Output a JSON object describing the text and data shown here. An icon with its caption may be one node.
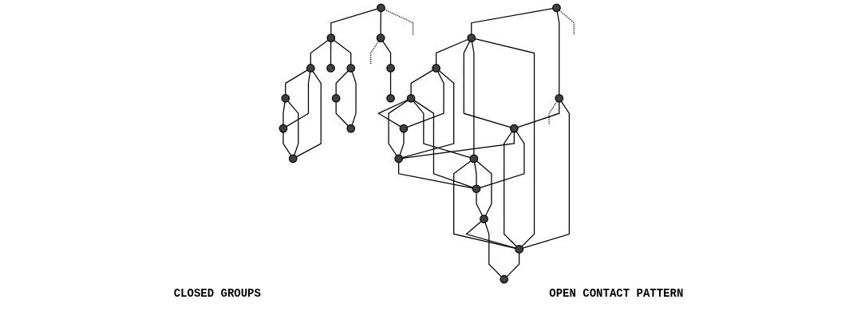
{
  "diagram": {
    "nodes": [
      {
        "text": [],
        "shape": "circle"
      },
      {
        "text": [],
        "shape": "circle"
      },
      {
        "text": [],
        "shape": "circle"
      },
      {
        "text": [],
        "shape": "circle"
      },
      {
        "text": [],
        "shape": "circle"
      },
      {
        "text": [],
        "shape": "circle"
      },
      {
        "text": [],
        "shape": "circle"
      },
      {
        "text": [],
        "shape": "circle"
      },
      {
        "text": [],
        "shape": "circle"
      },
      {
        "text": [],
        "shape": "circle"
      },
      {
        "text": [],
        "shape": "circle"
      },
      {
        "text": [],
        "shape": "circle"
      },
      {
        "text": [],
        "shape": "circle"
      },
      {
        "text": [],
        "shape": "circle"
      },
      {
        "text": [],
        "shape": "circle"
      },
      {
        "text": [],
        "shape": "circle"
      },
      {
        "text": [],
        "shape": "circle"
      },
      {
        "text": [],
        "shape": "circle"
      },
      {
        "text": [],
        "shape": "circle"
      },
      {
        "text": [],
        "shape": "circle"
      },
      {
        "text": [],
        "shape": "circle"
      },
      {
        "text": [],
        "shape": "circle"
      },
      {
        "text": [],
        "shape": "circle"
      },
      {
        "text": [],
        "shape": "circle"
      },
      {
        "text": [],
        "shape": "circle"
      },
      {
        "text": [],
        "shape": "circle"
      }
    ],
    "edges": [
      {
        "from": 0,
        "to": 1,
        "arrow": "none"
      },
      {
        "from": 0,
        "to": 2,
        "arrow": "none"
      },
      {
        "from": 0,
        "to": null,
        "arrow": "none",
        "style": "dashed"
      },
      {
        "from": 1,
        "to": 4,
        "arrow": "none"
      },
      {
        "from": 1,
        "to": 3,
        "arrow": "none"
      },
      {
        "from": 1,
        "to": 6,
        "arrow": "none"
      },
      {
        "from": 2,
        "to": null,
        "arrow": "none",
        "style": "dashed"
      },
      {
        "from": 2,
        "to": 7,
        "arrow": "none"
      },
      {
        "from": 4,
        "to": 5,
        "arrow": "none"
      },
      {
        "from": 4,
        "to": 8,
        "arrow": "none"
      },
      {
        "from": 4,
        "to": 9,
        "arrow": "none"
      },
      {
        "from": 5,
        "to": 8,
        "arrow": "none"
      },
      {
        "from": 5,
        "to": 9,
        "arrow": "none"
      },
      {
        "from": 8,
        "to": 9,
        "arrow": "none"
      },
      {
        "from": 6,
        "to": 10,
        "arrow": "none"
      },
      {
        "from": 6,
        "to": 11,
        "arrow": "none"
      },
      {
        "from": 10,
        "to": 11,
        "arrow": "none"
      },
      {
        "from": 7,
        "to": 12,
        "arrow": "none"
      },
      {
        "from": 13,
        "to": 14,
        "arrow": "none"
      },
      {
        "from": 13,
        "to": 15,
        "arrow": "none"
      },
      {
        "from": 13,
        "to": null,
        "arrow": "none",
        "style": "dashed"
      },
      {
        "from": 14,
        "to": 17,
        "arrow": "none"
      },
      {
        "from": 14,
        "to": 16,
        "arrow": "none"
      },
      {
        "from": 14,
        "to": 19,
        "arrow": "none"
      },
      {
        "from": 14,
        "to": 20,
        "arrow": "none"
      },
      {
        "from": 15,
        "to": null,
        "arrow": "none",
        "style": "dashed"
      },
      {
        "from": 15,
        "to": 16,
        "arrow": "none"
      },
      {
        "from": 15,
        "to": 20,
        "arrow": "none"
      },
      {
        "from": 16,
        "to": 20,
        "arrow": "none"
      },
      {
        "from": 16,
        "to": 22,
        "arrow": "none"
      },
      {
        "from": 16,
        "to": 23,
        "arrow": "none"
      },
      {
        "from": 17,
        "to": 18,
        "arrow": "none"
      },
      {
        "from": 17,
        "to": 21,
        "arrow": "none"
      },
      {
        "from": 17,
        "to": 22,
        "arrow": "none"
      },
      {
        "from": 18,
        "to": 21,
        "arrow": "none"
      },
      {
        "from": 18,
        "to": 22,
        "arrow": "none"
      },
      {
        "from": 18,
        "to": 19,
        "arrow": "none"
      },
      {
        "from": 18,
        "to": 23,
        "arrow": "none"
      },
      {
        "from": 19,
        "to": 20,
        "arrow": "none"
      },
      {
        "from": 19,
        "to": 23,
        "arrow": "none"
      },
      {
        "from": 19,
        "to": 24,
        "arrow": "none"
      },
      {
        "from": 21,
        "to": 22,
        "arrow": "none"
      },
      {
        "from": 22,
        "to": 23,
        "arrow": "none"
      },
      {
        "from": 23,
        "to": 24,
        "arrow": "none"
      },
      {
        "from": 24,
        "to": 20,
        "arrow": "none"
      },
      {
        "from": 24,
        "to": 25,
        "arrow": "none"
      },
      {
        "from": 20,
        "to": 25,
        "arrow": "none"
      }
    ],
    "labels": [
      "CLOSED GROUPS",
      "OPEN CONTACT PATTERN"
    ]
  }
}
